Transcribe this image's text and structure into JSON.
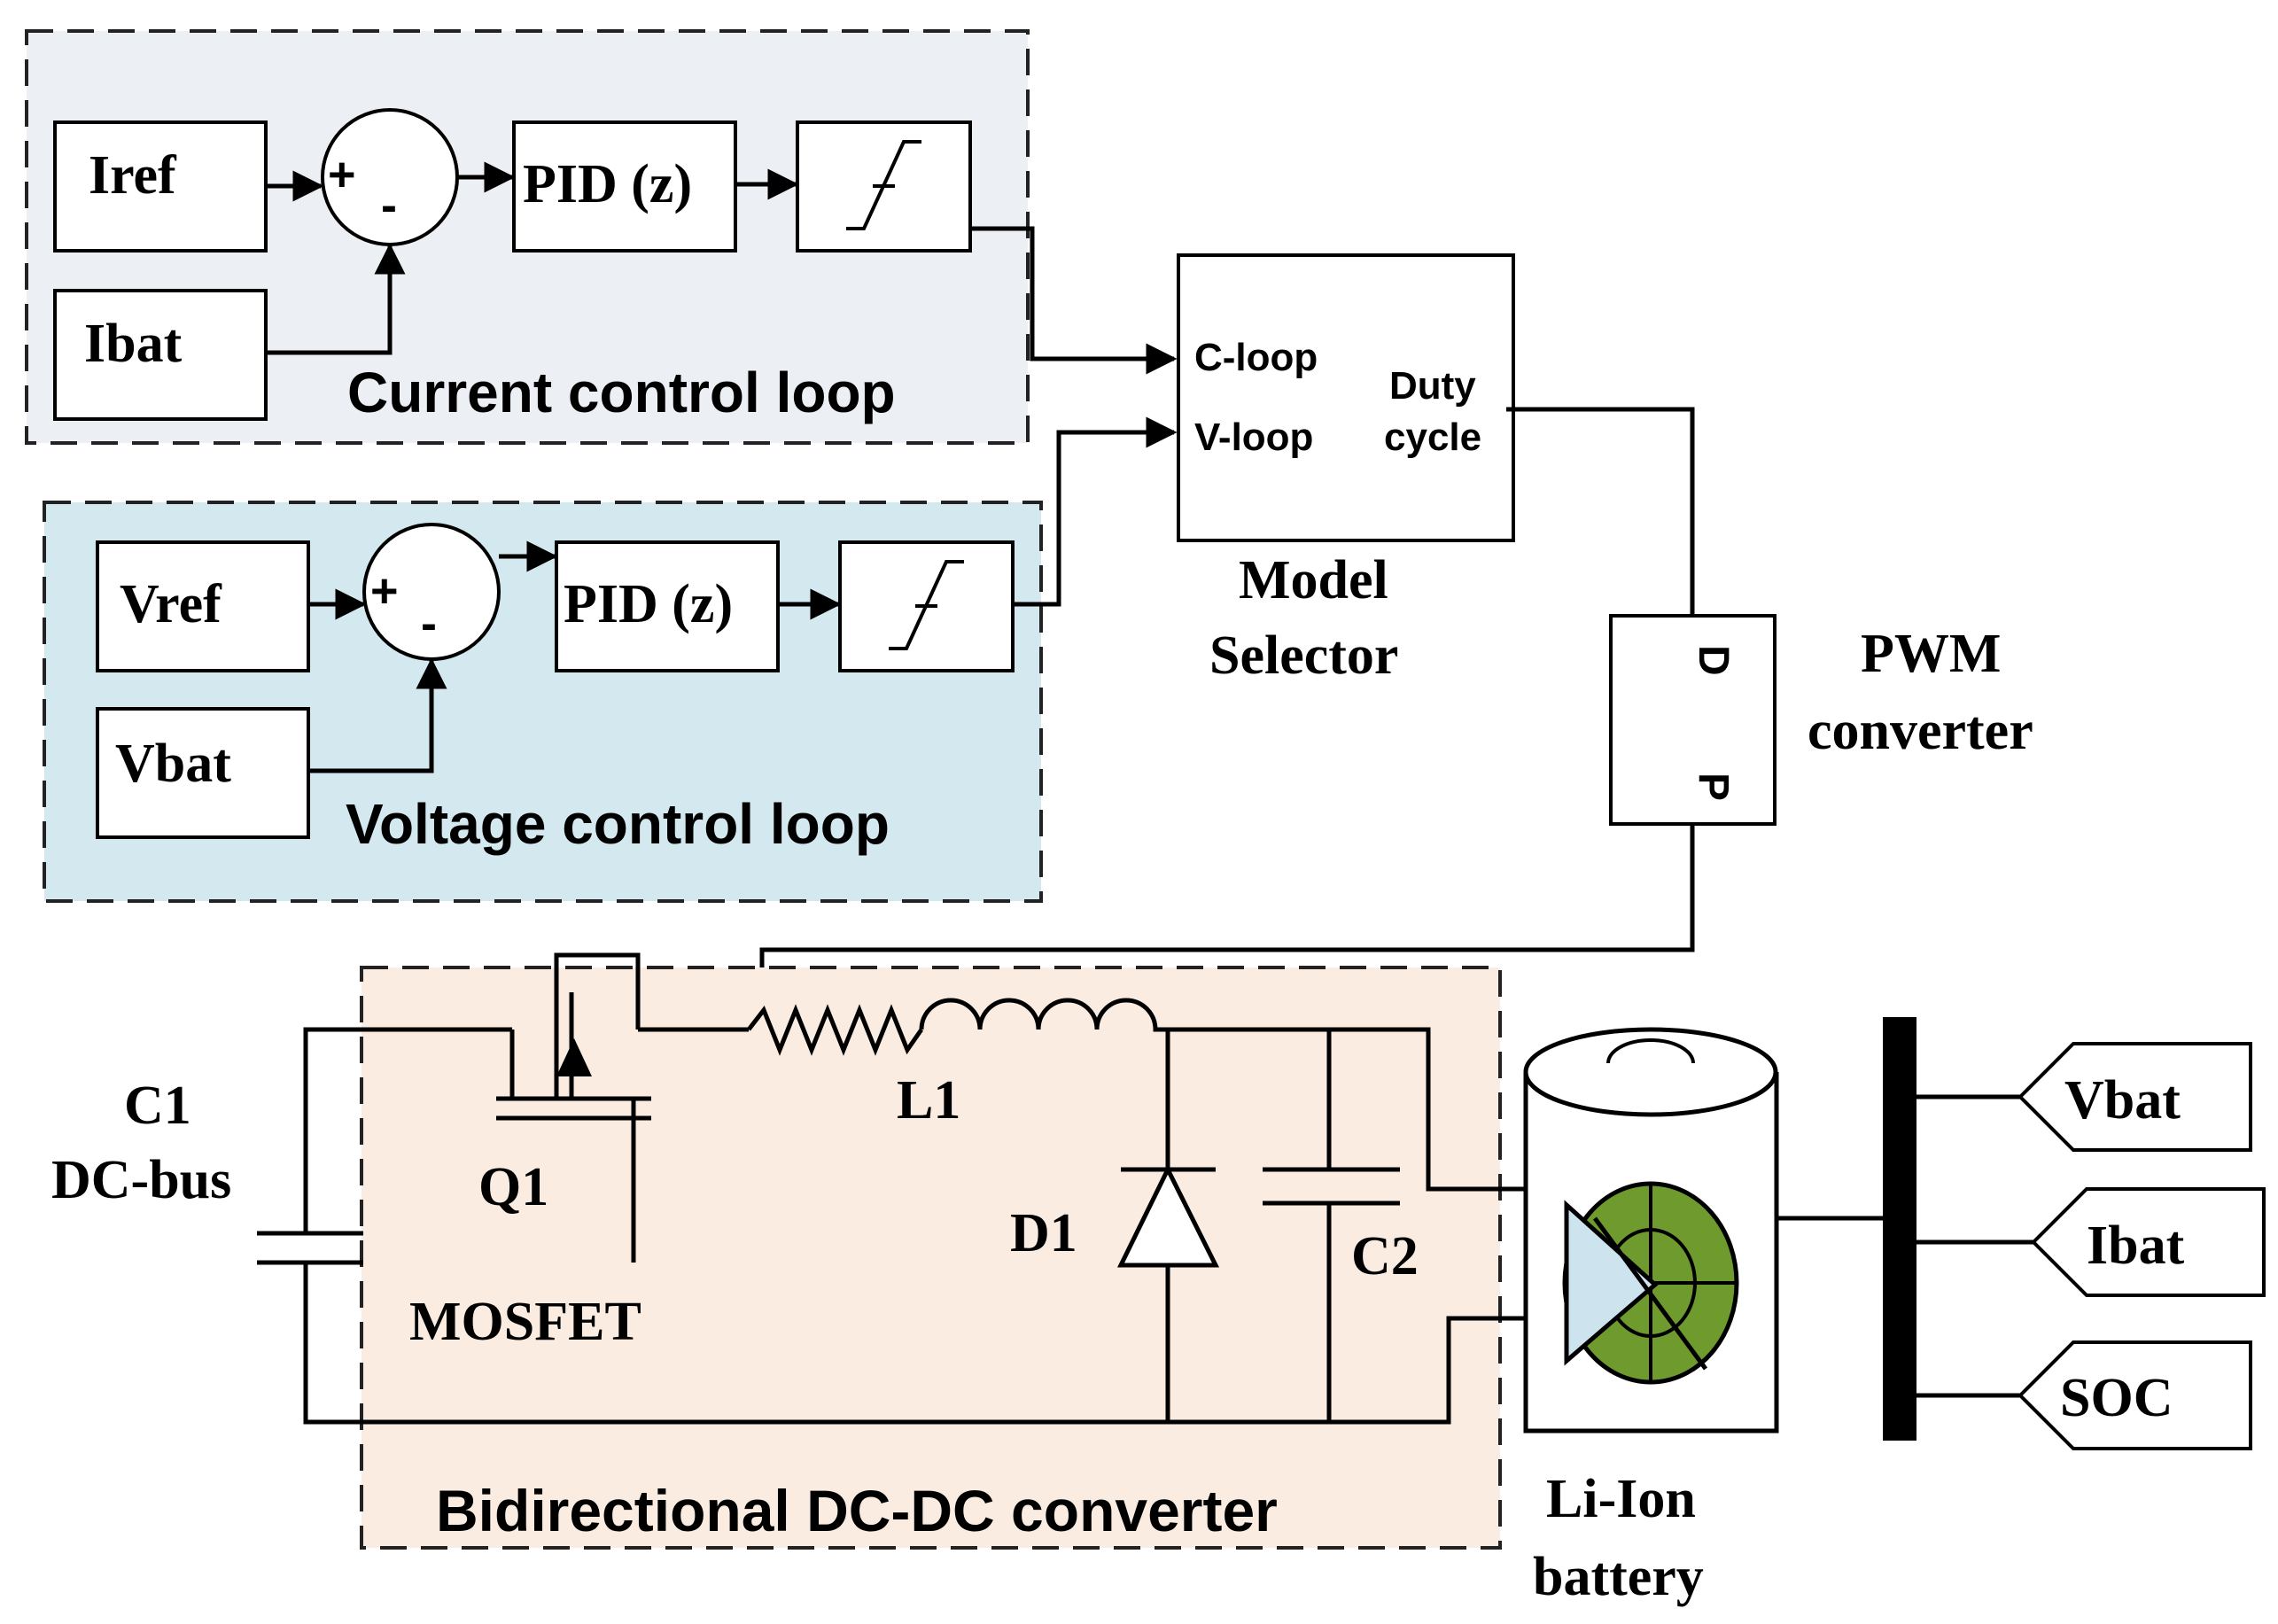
{
  "colors": {
    "current_loop_bg": "#eceff4",
    "voltage_loop_bg": "#d3e9ef",
    "converter_bg": "#fbece1",
    "battery_green": "#6e9a2e",
    "battery_accent": "#cde3ee"
  },
  "current_loop": {
    "title": "Current control loop",
    "ref": "Iref",
    "feedback": "Ibat",
    "sum_plus": "+",
    "sum_minus": "-",
    "pid": "PID (z)"
  },
  "voltage_loop": {
    "title": "Voltage control loop",
    "ref": "Vref",
    "feedback": "Vbat",
    "sum_plus": "+",
    "sum_minus": "-",
    "pid": "PID (z)"
  },
  "model_selector": {
    "input_c": "C-loop",
    "input_v": "V-loop",
    "output_line1": "Duty",
    "output_line2": "cycle",
    "caption_line1": "Model",
    "caption_line2": "Selector"
  },
  "pwm": {
    "port_top": "D",
    "port_bottom": "P",
    "caption_line1": "PWM",
    "caption_line2": "converter"
  },
  "converter": {
    "title": "Bidirectional DC-DC converter",
    "c1_label_line1": "C1",
    "c1_label_line2": "DC-bus",
    "q1_label": "Q1",
    "mosfet_label": "MOSFET",
    "l1_label": "L1",
    "d1_label": "D1",
    "c2_label": "C2"
  },
  "battery": {
    "caption_line1": "Li-Ion",
    "caption_line2": "battery",
    "icon": "li-ion-battery-icon"
  },
  "outputs": [
    "Vbat",
    "Ibat",
    "SOC"
  ]
}
